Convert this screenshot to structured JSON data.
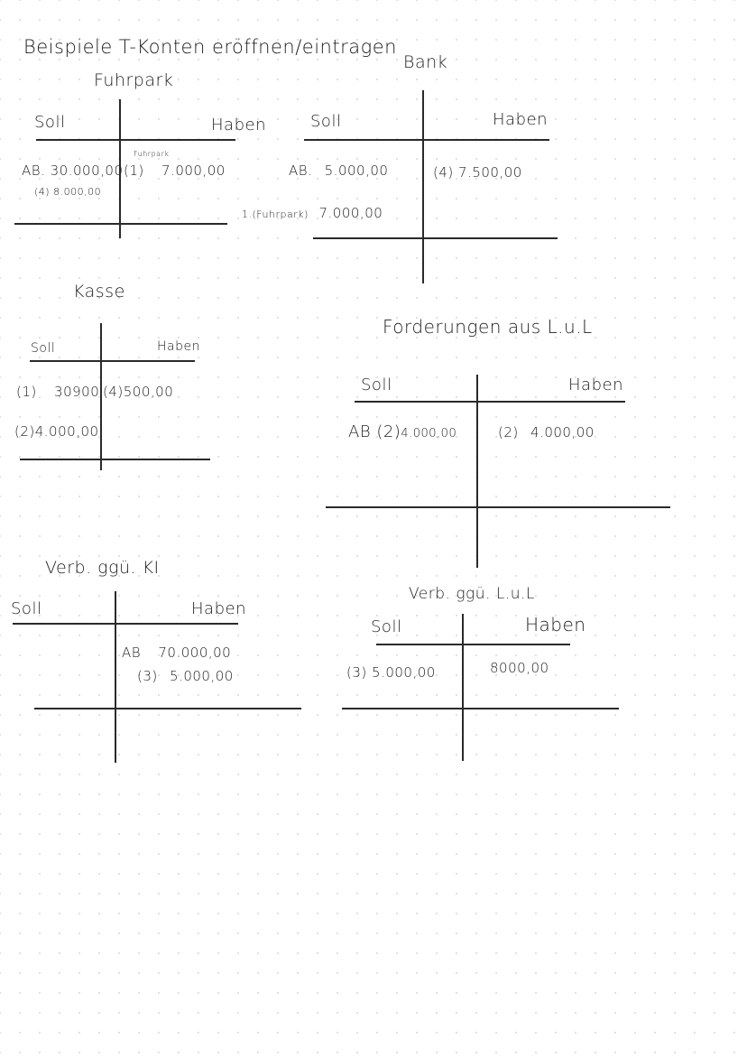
{
  "page": {
    "title": "Beispiele T-Konten eröffnen/eintragen"
  },
  "accounts": {
    "fuhrpark": {
      "name": "Fuhrpark",
      "soll_label": "Soll",
      "haben_label": "Haben",
      "soll": [
        {
          "ref": "AB.",
          "amount": "30.000,00"
        },
        {
          "ref": "(4)",
          "amount": "8.000,00"
        }
      ],
      "haben": [
        {
          "ref": "(1)",
          "note": "Fuhrpark",
          "amount": "7.000,00"
        }
      ]
    },
    "bank": {
      "name": "Bank",
      "soll_label": "Soll",
      "haben_label": "Haben",
      "soll": [
        {
          "ref": "AB.",
          "amount": "5.000,00"
        },
        {
          "ref": "1.(Fuhrpark)",
          "amount": "7.000,00"
        }
      ],
      "haben": [
        {
          "ref": "(4)",
          "amount": "7.500,00"
        }
      ]
    },
    "kasse": {
      "name": "Kasse",
      "soll_label": "Soll",
      "haben_label": "Haben",
      "soll": [
        {
          "ref": "(1)",
          "amount": "30900"
        },
        {
          "ref": "(2)",
          "amount": "4.000,00"
        }
      ],
      "haben": [
        {
          "ref": "(4)",
          "amount": "500,00"
        }
      ]
    },
    "forderungen": {
      "name": "Forderungen aus L.u.L",
      "soll_label": "Soll",
      "haben_label": "Haben",
      "soll": [
        {
          "ref": "AB (2)",
          "amount": "4.000,00"
        }
      ],
      "haben": [
        {
          "ref": "(2)",
          "amount": "4.000,00"
        }
      ]
    },
    "verb_ki": {
      "name": "Verb. ggü. KI",
      "soll_label": "Soll",
      "haben_label": "Haben",
      "soll": [],
      "haben": [
        {
          "ref": "AB",
          "amount": "70.000,00"
        },
        {
          "ref": "(3)",
          "amount": "5.000,00"
        }
      ]
    },
    "verb_lul": {
      "name": "Verb. ggü. L.u.L",
      "soll_label": "Soll",
      "haben_label": "Haben",
      "soll": [
        {
          "ref": "(3)",
          "amount": "5.000,00"
        }
      ],
      "haben": [
        {
          "ref": "",
          "amount": "8000,00"
        }
      ]
    }
  }
}
